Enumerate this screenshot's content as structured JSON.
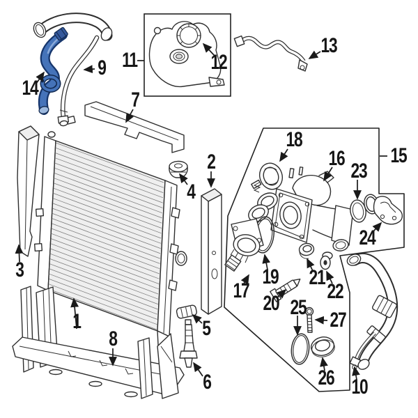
{
  "diagram": {
    "background_color": "#ffffff",
    "line_color": "#2e2e2e",
    "highlight_color": "#4573b9",
    "highlighted_callout": "14",
    "callouts": [
      {
        "number": "1"
      },
      {
        "number": "2"
      },
      {
        "number": "3"
      },
      {
        "number": "4"
      },
      {
        "number": "5"
      },
      {
        "number": "6"
      },
      {
        "number": "7"
      },
      {
        "number": "8"
      },
      {
        "number": "9"
      },
      {
        "number": "10"
      },
      {
        "number": "11"
      },
      {
        "number": "12"
      },
      {
        "number": "13"
      },
      {
        "number": "14"
      },
      {
        "number": "15"
      },
      {
        "number": "16"
      },
      {
        "number": "17"
      },
      {
        "number": "18"
      },
      {
        "number": "19"
      },
      {
        "number": "20"
      },
      {
        "number": "21"
      },
      {
        "number": "22"
      },
      {
        "number": "23"
      },
      {
        "number": "24"
      },
      {
        "number": "25"
      },
      {
        "number": "26"
      },
      {
        "number": "27"
      }
    ]
  }
}
